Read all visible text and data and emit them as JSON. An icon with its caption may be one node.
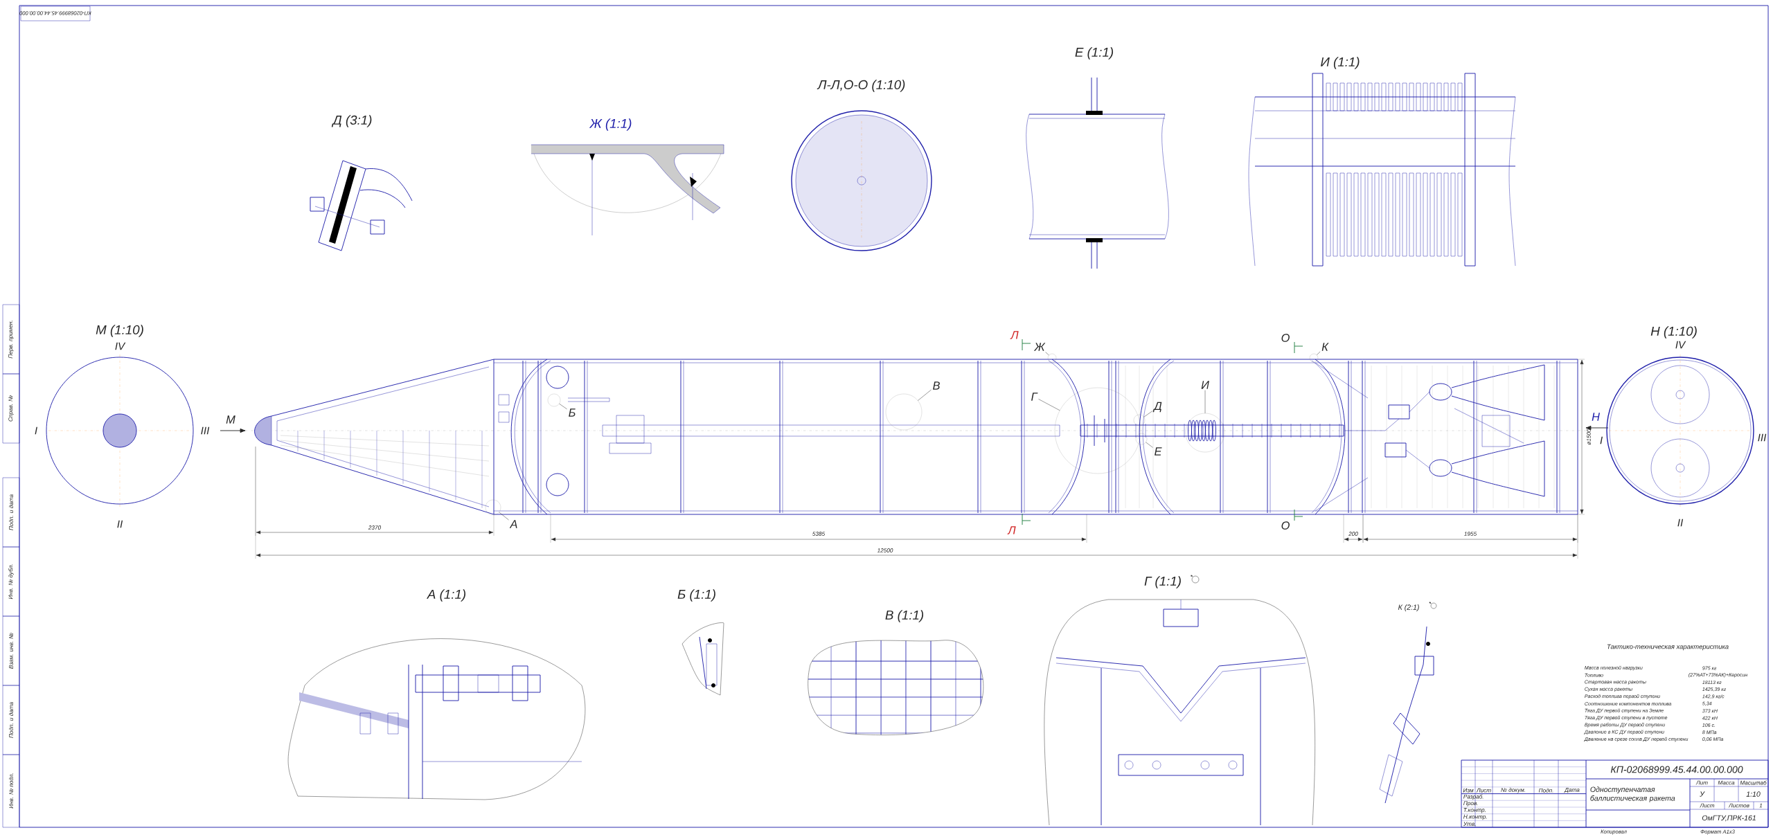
{
  "diagram": {
    "nodes": [
      {
        "text": [
          "А"
        ]
      },
      {
        "text": [
          "Б"
        ]
      },
      {
        "text": [
          "В"
        ]
      },
      {
        "text": [
          "Г"
        ]
      },
      {
        "text": [
          "Д"
        ]
      },
      {
        "text": [
          "Е"
        ]
      },
      {
        "text": [
          "И"
        ]
      },
      {
        "text": [
          "Ж"
        ]
      },
      {
        "text": [
          "К"
        ]
      },
      {
        "text": [],
        "shape": "circle"
      },
      {
        "text": [],
        "shape": "circle"
      },
      {
        "text": [],
        "shape": "circle"
      },
      {
        "text": [],
        "shape": "circle"
      },
      {
        "text": [],
        "shape": "circle"
      },
      {
        "text": [],
        "shape": "circle"
      },
      {
        "text": [],
        "shape": "circle"
      },
      {
        "text": [],
        "shape": "circle"
      },
      {
        "text": [],
        "shape": "circle"
      }
    ],
    "edges": [
      {
        "from": 0,
        "to": 9,
        "arrow": "none"
      },
      {
        "from": 1,
        "to": 10,
        "arrow": "none"
      },
      {
        "from": 2,
        "to": 11,
        "arrow": "none"
      },
      {
        "from": 3,
        "to": 12,
        "arrow": "none"
      },
      {
        "from": 4,
        "to": 13,
        "arrow": "none"
      },
      {
        "from": 5,
        "to": 14,
        "arrow": "none"
      },
      {
        "from": 6,
        "to": 15,
        "arrow": "none"
      },
      {
        "from": 7,
        "to": 16,
        "arrow": "none"
      },
      {
        "from": 8,
        "to": 17,
        "arrow": "none"
      }
    ],
    "labels": [
      "КП-02068999.45.44.00.00.000",
      "Д (3:1)",
      "Ж (1:1)",
      "Л-Л,О-О (1:10)",
      "Е (1:1)",
      "И (1:1)",
      "М (1:10)",
      "IV",
      "I",
      "III",
      "II",
      "М",
      "Л",
      "О",
      "Л",
      "О",
      "Н",
      "Н (1:10)",
      "IV",
      "I",
      "III",
      "II",
      "2370",
      "5385",
      "12500",
      "200",
      "1955",
      "ø1500",
      "А (1:1)",
      "Б (1:1)",
      "В (1:1)",
      "Г (1:1)",
      "К (2:1)",
      "Тактико-техническая характеристика",
      "Масса полезной нагрузки",
      "975 кг",
      "Топливо",
      "(27%АТ+73%АК)+Керосин",
      "Стартовая масса ракеты",
      "18113 кг",
      "Сухая масса ракеты",
      "1425,39 кг",
      "Расход топлива первой ступени",
      "142,9 кг/с",
      "Соотношение компонентов топлива",
      "5,34",
      "Тяга ДУ первой ступени на Земле",
      "373 кН",
      "Тяга ДУ первой ступени в пустоте",
      "422 кН",
      "Время работы ДУ первой ступени",
      "106 с.",
      "Давление в КС ДУ первой ступени",
      "8 МПа",
      "Давление на срезе сопла ДУ первой ступени",
      "0,06 МПа",
      "КП-02068999.45.44.00.00.000",
      "Одноступенчатая баллистическая ракета",
      "Лит",
      "Масса",
      "Масштаб",
      "У",
      "1:10",
      "Лист",
      "Листов",
      "1",
      "ОмГТУ,ПРК-161",
      "Изм",
      "Лист",
      "№ докум.",
      "Подп.",
      "Дата",
      "Разраб.",
      "Пров.",
      "Т.контр.",
      "Н.контр.",
      "Утв.",
      "Копировал",
      "Формат А1х3",
      "Перв. примен.",
      "Справ. №",
      "Подп. и дата",
      "Инв. № дубл.",
      "Взам. инв. №",
      "Подп. и дата",
      "Инв. № подл."
    ]
  }
}
